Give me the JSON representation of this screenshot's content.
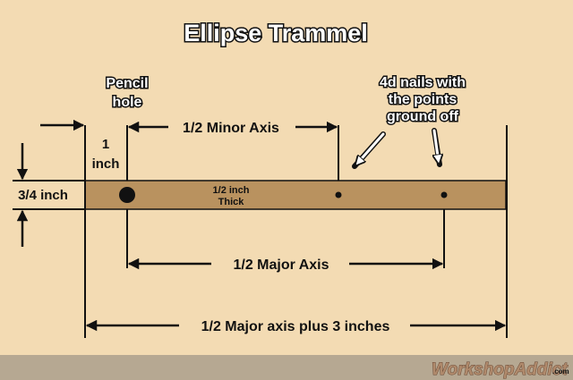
{
  "title": "Ellipse Trammel",
  "labels": {
    "pencil_hole": [
      "Pencil",
      "hole"
    ],
    "nails": [
      "4d nails with",
      "the points",
      "ground off"
    ],
    "one_inch": [
      "1",
      "inch"
    ],
    "half_minor_axis": "1/2 Minor Axis",
    "three_quarter_inch": "3/4 inch",
    "thickness": [
      "1/2 inch",
      "Thick"
    ],
    "half_major_axis": "1/2 Major Axis",
    "half_major_plus_3": "1/2 Major axis plus 3 inches"
  },
  "watermark": {
    "brand": "WorkshopAddict",
    "suffix": ".com"
  },
  "colors": {
    "background": "#f3dbb3",
    "board": "#b9925f",
    "footer": "#b6a892",
    "ink": "#111111"
  }
}
